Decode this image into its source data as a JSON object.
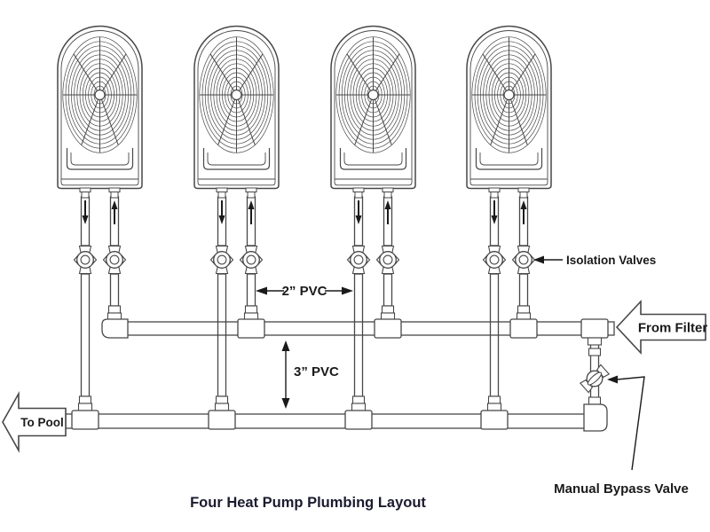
{
  "diagram_title": "Four Heat Pump Plumbing Layout",
  "heat_pump_count": 4,
  "labels": {
    "branch_pipe_size": "2” PVC",
    "main_pipe_size": "3” PVC",
    "isolation_valves": "Isolation Valves",
    "manual_bypass_valve": "Manual Bypass Valve",
    "from_filter": "From Filter",
    "to_pool": "To Pool"
  },
  "colors": {
    "line_art": "#474747",
    "label_text": "#1a1a1a",
    "title_text": "#1b1b2f",
    "background": "#ffffff"
  }
}
